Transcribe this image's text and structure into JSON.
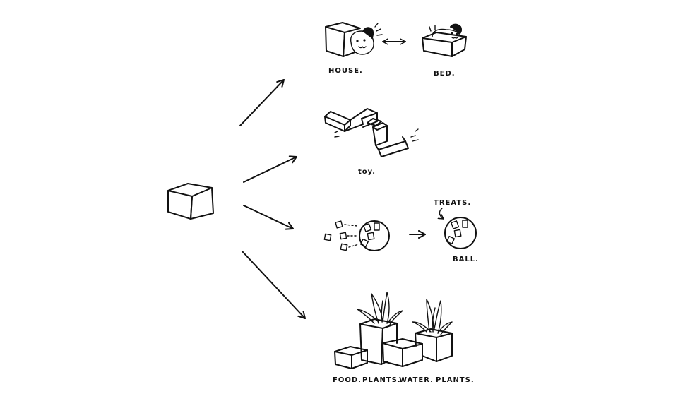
{
  "labels": {
    "house": "HOUSE.",
    "bed": "BED.",
    "toy": "toy.",
    "treats": "TREATS.",
    "ball": "BALL.",
    "food": "FOOD.",
    "plants_1": "PLANTS.",
    "water": "WATER.",
    "plants_2": "PLANTS."
  },
  "colors": {
    "ink": "#111111",
    "paper": "#ffffff"
  }
}
